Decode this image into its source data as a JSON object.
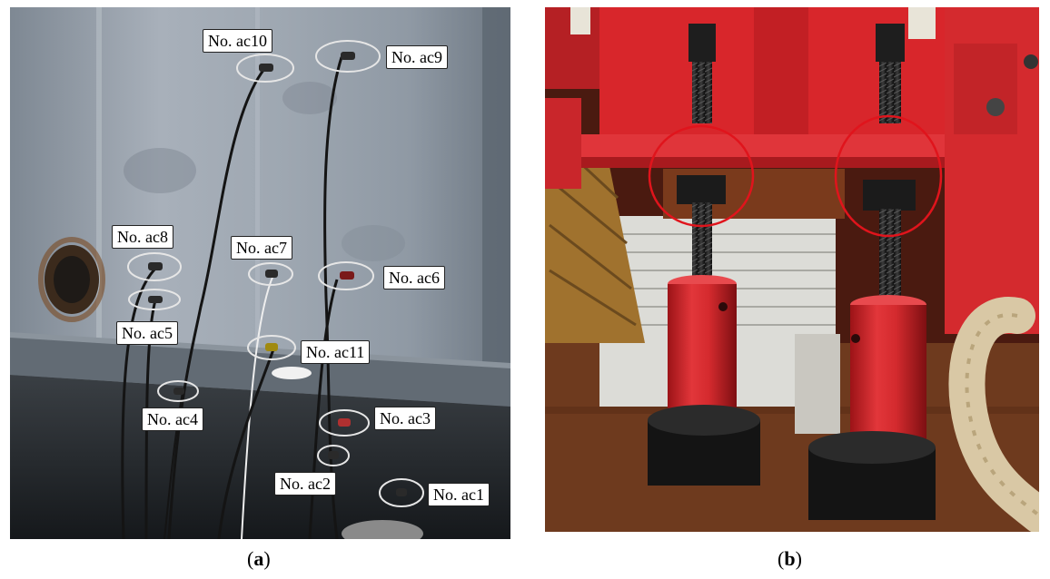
{
  "figure": {
    "panels": [
      {
        "id": "a",
        "caption_open": "(",
        "caption_letter": "a",
        "caption_close": ")",
        "sensor_labels": [
          "No. ac10",
          "No. ac9",
          "No. ac8",
          "No. ac7",
          "No. ac6",
          "No. ac5",
          "No. ac11",
          "No. ac4",
          "No. ac3",
          "No. ac2",
          "No. ac1"
        ]
      },
      {
        "id": "b",
        "caption_open": "(",
        "caption_letter": "b",
        "caption_close": ")"
      }
    ],
    "colors": {
      "tank_wall": "#9aa3ad",
      "sensor_circle": "#d9d9d9",
      "clamp_red": "#d8262b",
      "wood_brown": "#6e3a1e",
      "highlight_circle": "#e0141c"
    }
  }
}
